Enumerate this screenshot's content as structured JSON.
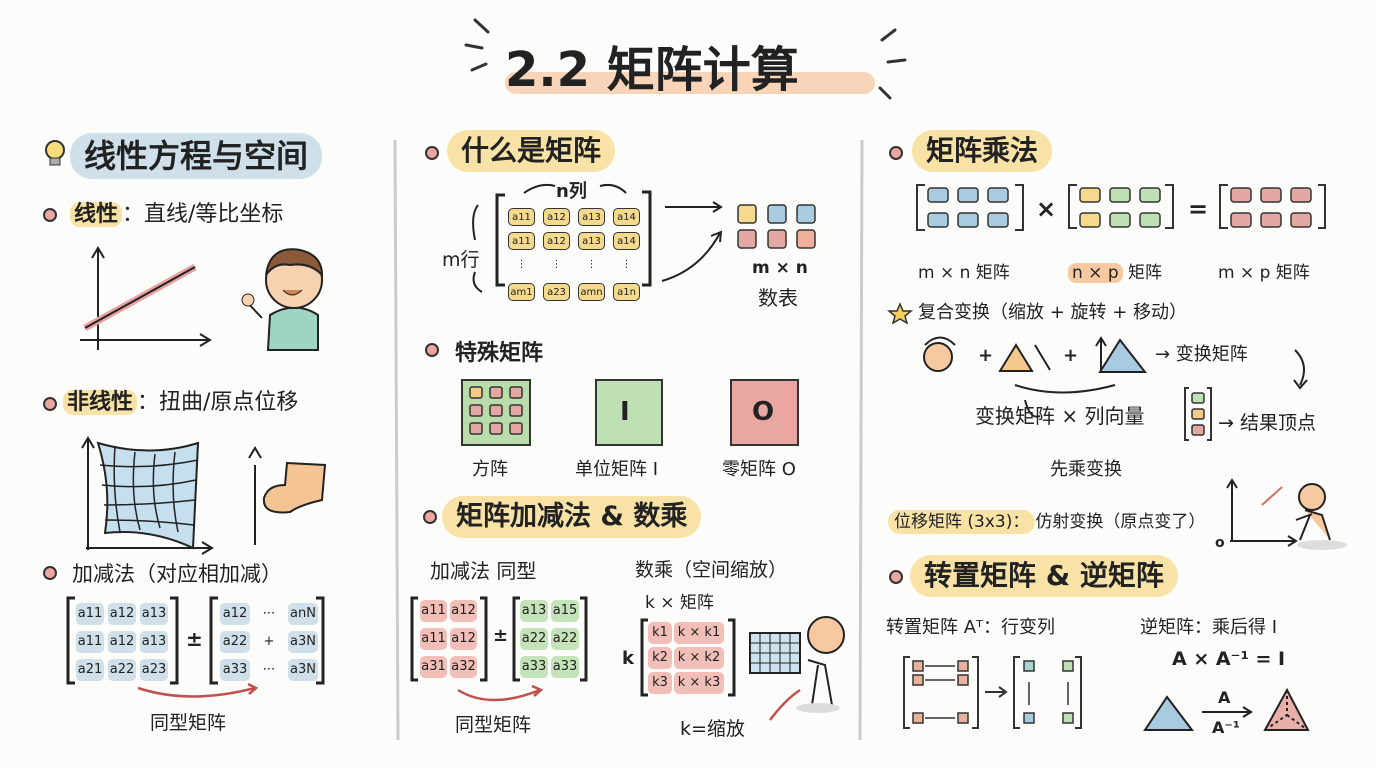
{
  "title": "2.2 矩阵计算",
  "colors": {
    "yellow": "#f8e2a6",
    "blue": "#cfe0ea",
    "pink": "#eaa6a0",
    "green": "#bfe0b4",
    "peach": "#f6c9a0"
  },
  "col1": {
    "header": "线性方程与空间",
    "linear_label": "线性",
    "linear_desc": "：直线/等比坐标",
    "nonlinear_label": "非线性",
    "nonlinear_desc": "：扭曲/原点位移",
    "addsub": "加减法（对应相加减）",
    "left_cells": [
      "a11",
      "a12",
      "a13",
      "a11",
      "a12",
      "a13",
      "a21",
      "a22",
      "a23"
    ],
    "right_cells": [
      "a12",
      "⋯",
      "anN",
      "a22",
      "+",
      "a3N",
      "a33",
      "⋯",
      "a3N"
    ],
    "op": "±",
    "same_type": "同型矩阵"
  },
  "col2": {
    "header": "什么是矩阵",
    "n_cols": "n列",
    "m_rows": "m行",
    "matrix_cells": [
      "a11",
      "a12",
      "a13",
      "a14",
      "a11",
      "a12",
      "a13",
      "a14",
      "⋮",
      "⋮",
      "⋮",
      "⋮",
      "am1",
      "a23",
      "amn",
      "a1n"
    ],
    "mxn": "m × n",
    "table": "数表",
    "special_header": "特殊矩阵",
    "square": "方阵",
    "identity_symbol": "I",
    "identity": "单位矩阵 I",
    "zero_symbol": "O",
    "zero": "零矩阵 O",
    "addmul_header": "矩阵加减法 & 数乘",
    "addsub_same": "加减法 同型",
    "add_left": [
      "a11",
      "a12",
      "a11",
      "a12",
      "a31",
      "a32"
    ],
    "add_right": [
      "a13",
      "a15",
      "a22",
      "a22",
      "a33",
      "a33"
    ],
    "op": "±",
    "same_type": "同型矩阵",
    "scalar": "数乘（空间缩放）",
    "k_times": "k × 矩阵",
    "k": "k",
    "k_cells": [
      "k1",
      "k × k1",
      "k2",
      "k × k2",
      "k3",
      "k × k3"
    ],
    "k_scale": "k=缩放"
  },
  "col3": {
    "header": "矩阵乘法",
    "label_mn": "m × n 矩阵",
    "label_np": "n × p",
    "label_np_suffix": "矩阵",
    "label_mp": "m × p 矩阵",
    "times": "×",
    "equals": "=",
    "composite": "复合变换（缩放 + 旋转 + 移动）",
    "plus": "+",
    "transform_matrix": "→ 变换矩阵",
    "tm_times_vec": "变换矩阵 × 列向量",
    "result": "→ 结果顶点",
    "first_multiply": "先乘变换",
    "shift_label": "位移矩阵 (3x3)：",
    "affine": "仿射变换（原点变了）",
    "origin": "o",
    "ti_header": "转置矩阵 & 逆矩阵",
    "transpose": "转置矩阵 Aᵀ：行变列",
    "inverse": "逆矩阵：乘后得 I",
    "inverse_eq": "A × A⁻¹ = I",
    "arrow_top": "A",
    "arrow_bottom": "A⁻¹"
  }
}
